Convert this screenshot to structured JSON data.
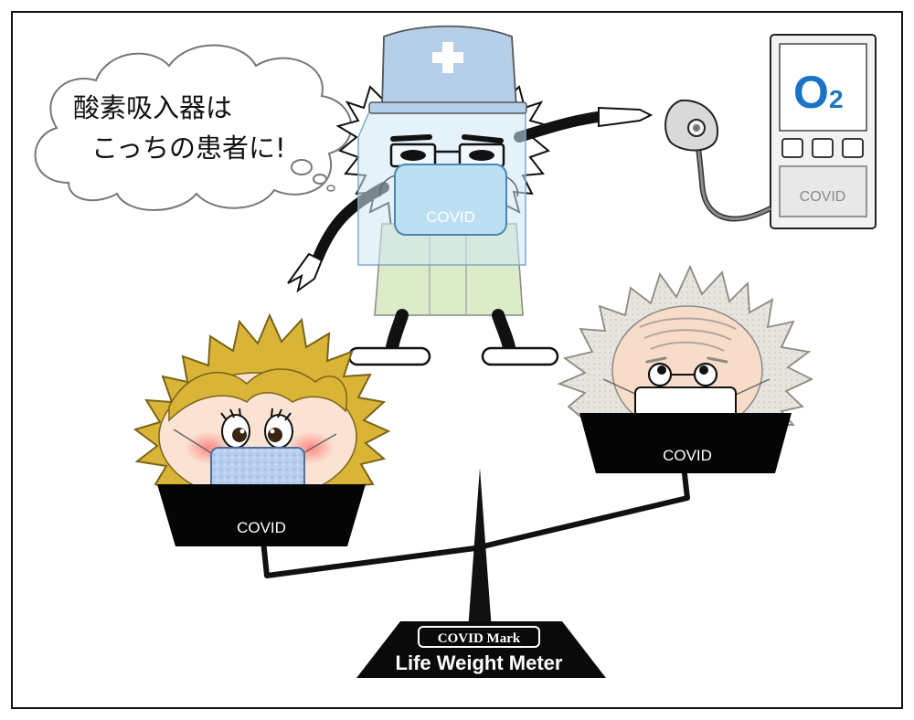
{
  "speech": {
    "line1": "酸素吸入器は",
    "line2": "こっちの患者に!"
  },
  "doctor": {
    "mask_label": "COVID"
  },
  "oxygen_machine": {
    "symbol": "O",
    "subscript": "2",
    "panel_label": "COVID"
  },
  "left_pan": {
    "label": "COVID"
  },
  "right_pan": {
    "label": "COVID"
  },
  "scale_base": {
    "badge": "COVID Mark",
    "title": "Life Weight Meter"
  },
  "colors": {
    "hair_young": "#d9b436",
    "hair_old": "#e8e6e0",
    "pan": "#050505",
    "cap": "#b5cfe8",
    "gown": "#dcebc8",
    "o2_blue": "#1b73c8"
  }
}
